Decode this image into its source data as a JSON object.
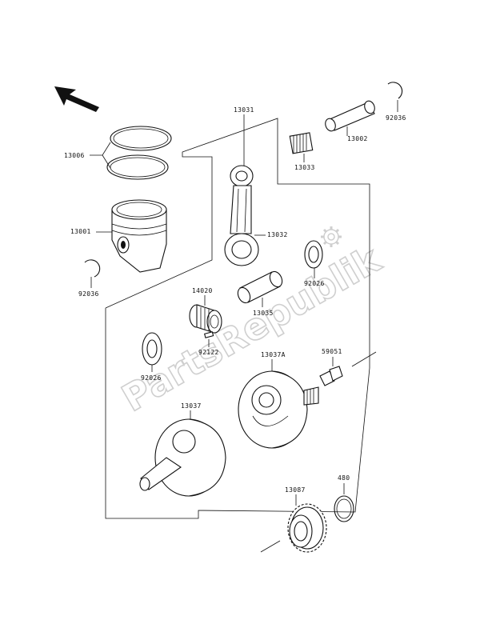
{
  "watermark": "PartsRepublik",
  "parts": {
    "p13031": "13031",
    "p13002": "13002",
    "p92036a": "92036",
    "p13006": "13006",
    "p13033": "13033",
    "p13001": "13001",
    "p13032": "13032",
    "p92036b": "92036",
    "p14020": "14020",
    "p92026a": "92026",
    "p13035": "13035",
    "p92122": "92122",
    "p92026b": "92026",
    "p13037A": "13037A",
    "p59051": "59051",
    "p13037": "13037",
    "p480": "480",
    "p13087": "13087"
  },
  "icons": {
    "direction_arrow": "front-direction-arrow-icon",
    "gear_watermark": "gear-icon"
  }
}
